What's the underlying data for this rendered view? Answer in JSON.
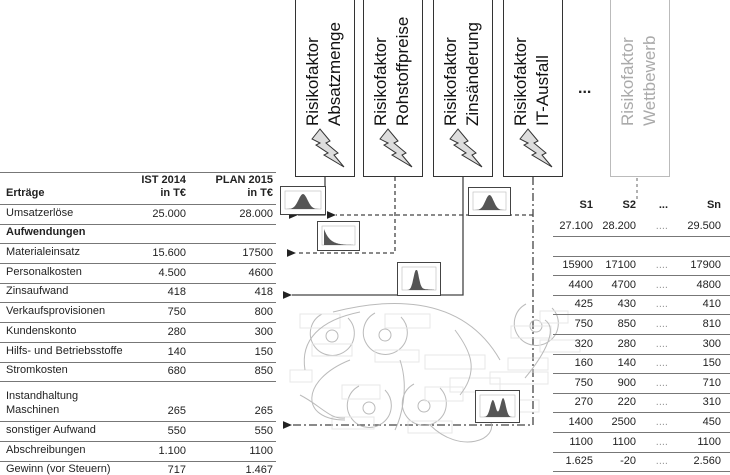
{
  "risk_factors": [
    {
      "line1": "Risikofaktor",
      "line2": "Absatzmenge",
      "faded": false
    },
    {
      "line1": "Risikofaktor",
      "line2": "Rohstoffpreise",
      "faded": false
    },
    {
      "line1": "Risikofaktor",
      "line2": "Zinsänderung",
      "faded": false
    },
    {
      "line1": "Risikofaktor",
      "line2": "IT-Ausfall",
      "faded": false
    },
    {
      "line1": "Risikofaktor",
      "line2": "Wettbewerb",
      "faded": true
    }
  ],
  "ellipsis": "...",
  "left_table": {
    "header": {
      "label": "Erträge",
      "col1": "IST 2014\nin T€",
      "col2": "PLAN 2015\nin T€"
    },
    "rows": [
      {
        "label": "Umsatzerlöse",
        "ist": "25.000",
        "plan": "28.000"
      },
      {
        "label": "Aufwendungen",
        "ist": "",
        "plan": "",
        "bold": true
      },
      {
        "label": "Materialeinsatz",
        "ist": "15.600",
        "plan": "17500"
      },
      {
        "label": "Personalkosten",
        "ist": "4.500",
        "plan": "4600"
      },
      {
        "label": "Zinsaufwand",
        "ist": "418",
        "plan": "418"
      },
      {
        "label": "Verkaufsprovisionen",
        "ist": "750",
        "plan": "800"
      },
      {
        "label": "Kundenskonto",
        "ist": "280",
        "plan": "300"
      },
      {
        "label": "Hilfs- und Betriebsstoffe",
        "ist": "140",
        "plan": "150"
      },
      {
        "label": "Stromkosten",
        "ist": "680",
        "plan": "850"
      },
      {
        "label": "Instandhaltung\nMaschinen",
        "ist": "265",
        "plan": "265",
        "tall": true
      },
      {
        "label": "sonstiger Aufwand",
        "ist": "550",
        "plan": "550"
      },
      {
        "label": "Abschreibungen",
        "ist": "1.100",
        "plan": "1100"
      },
      {
        "label": "Gewinn (vor Steuern)",
        "ist": "717",
        "plan": "1.467"
      }
    ]
  },
  "scenario_table": {
    "headers": [
      "S1",
      "S2",
      "...",
      "Sn"
    ],
    "rows": [
      [
        "27.100",
        "28.200",
        "....",
        "29.500"
      ],
      [
        "",
        "",
        "",
        ""
      ],
      [
        "15900",
        "17100",
        "....",
        "17900"
      ],
      [
        "4400",
        "4700",
        "....",
        "4800"
      ],
      [
        "425",
        "430",
        "....",
        "410"
      ],
      [
        "750",
        "850",
        "....",
        "810"
      ],
      [
        "320",
        "280",
        "....",
        "300"
      ],
      [
        "160",
        "140",
        "....",
        "150"
      ],
      [
        "750",
        "900",
        "....",
        "710"
      ],
      [
        "270",
        "220",
        "....",
        "310"
      ],
      [
        "1400",
        "2500",
        "....",
        "450"
      ],
      [
        "1100",
        "1100",
        "....",
        "1100"
      ],
      [
        "1.625",
        "-20",
        "....",
        "2.560"
      ]
    ]
  },
  "colors": {
    "line": "#444444",
    "faded": "#bbbbbb",
    "hist_fill": "#555555"
  }
}
